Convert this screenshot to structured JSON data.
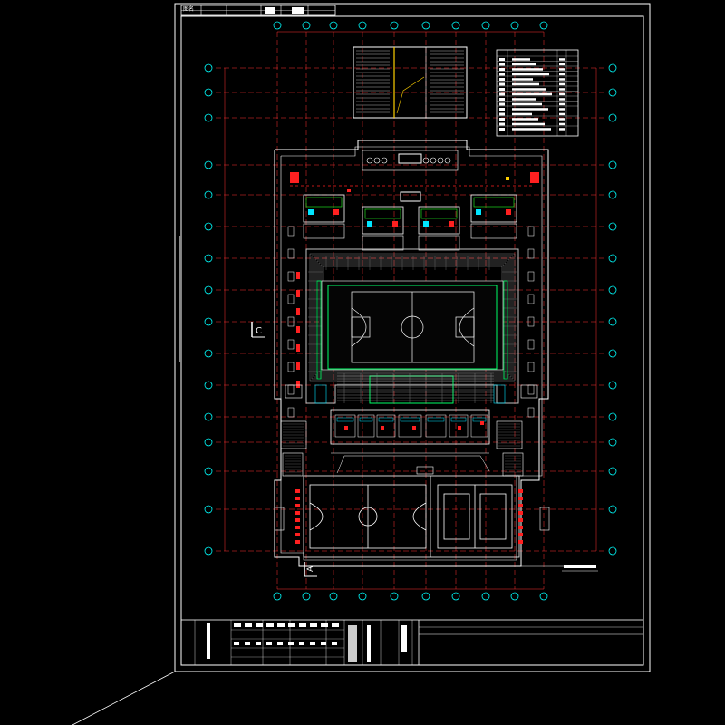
{
  "drawing": {
    "background": "#000000",
    "colors": {
      "frame": "#ffffff",
      "grid": "#ff3333",
      "axis_bubble": "#00ffff",
      "wall": "#ffffff",
      "court": "#00ff66",
      "seating": "#c0c0c0",
      "stair": "#b0b0b0",
      "fixture": "#ffffff",
      "accent_red": "#ff2020",
      "accent_cyan": "#00e5ff",
      "accent_yellow": "#ffd000",
      "accent_green": "#22ff22",
      "accent_magenta": "#ff44ff"
    },
    "section_marker_left": "C",
    "section_marker_bottom": "A",
    "title_block": {
      "header_label": "图名"
    }
  }
}
